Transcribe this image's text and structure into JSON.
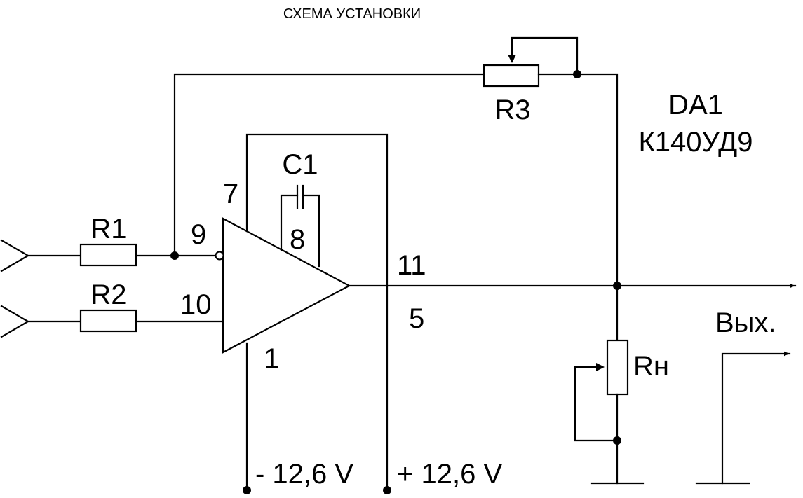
{
  "title": "СХЕМА УСТАНОВКИ",
  "components": {
    "r1": "R1",
    "r2": "R2",
    "r3": "R3",
    "c1": "C1",
    "rn": "Rн",
    "da1_ref": "DA1",
    "da1_part": "К140УД9"
  },
  "pins": {
    "p1": "1",
    "p5": "5",
    "p7": "7",
    "p8": "8",
    "p9": "9",
    "p10": "10",
    "p11": "11"
  },
  "supply": {
    "negative": "- 12,6 V",
    "positive": "+ 12,6 V"
  },
  "output_label": "Вых."
}
